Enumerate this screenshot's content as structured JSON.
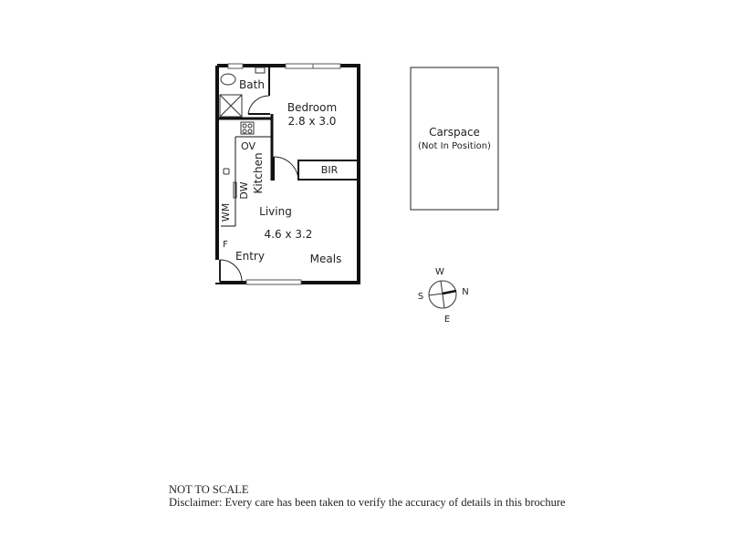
{
  "plan": {
    "rooms": {
      "bath": "Bath",
      "bedroom": "Bedroom",
      "bedroom_size": "2.8 x 3.0",
      "oven": "OV",
      "kitchen": "Kitchen",
      "dishwasher": "DW",
      "washing_machine": "WM",
      "bir": "BIR",
      "living": "Living",
      "living_size": "4.6 x 3.2",
      "fridge": "F",
      "entry": "Entry",
      "meals": "Meals"
    },
    "carspace": {
      "label": "Carspace",
      "note": "(Not In Position)"
    }
  },
  "compass": {
    "w": "W",
    "n": "N",
    "s": "S",
    "e": "E"
  },
  "footer": {
    "scale_note": "NOT TO SCALE",
    "disclaimer": "Disclaimer: Every care has been taken to verify the accuracy of details in this brochure"
  }
}
